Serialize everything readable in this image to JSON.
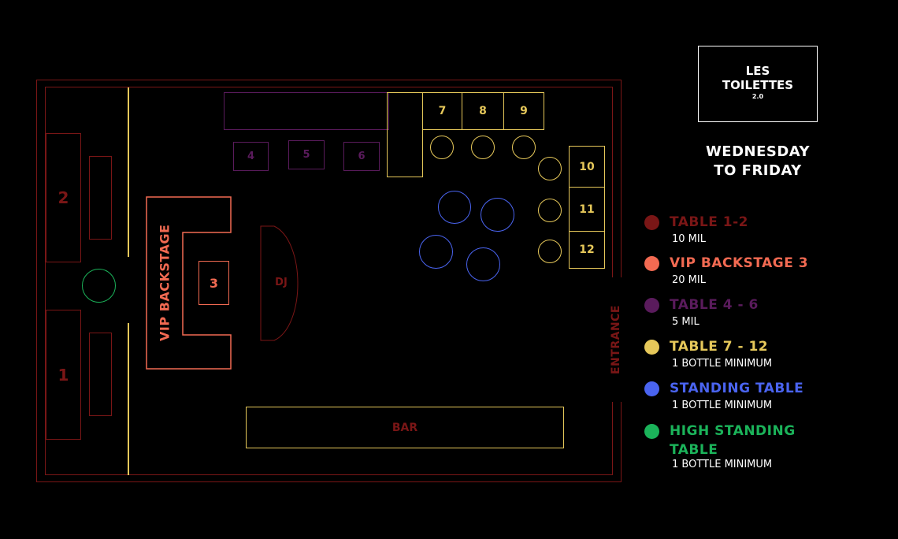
{
  "venue": {
    "name_line1": "LES",
    "name_line2": "TOILETTES",
    "name_line3": "2.0"
  },
  "schedule": {
    "line1": "WEDNESDAY",
    "line2": "TO FRIDAY"
  },
  "floorplan": {
    "table_1": "1",
    "table_2": "2",
    "vip_label": "VIP BACKSTAGE",
    "table_3": "3",
    "dj_label": "DJ",
    "table_4": "4",
    "table_5": "5",
    "table_6": "6",
    "table_7": "7",
    "table_8": "8",
    "table_9": "9",
    "table_10": "10",
    "table_11": "11",
    "table_12": "12",
    "bar_label": "BAR",
    "entrance_label": "ENTRANCE"
  },
  "legend": [
    {
      "title": "TABLE 1-2",
      "sub": "10 MIL",
      "color": "#7a1616"
    },
    {
      "title": "VIP BACKSTAGE 3",
      "sub": "20 MIL",
      "color": "#f26a52"
    },
    {
      "title": "TABLE 4 - 6",
      "sub": "5 MIL",
      "color": "#5a1b5c"
    },
    {
      "title": "TABLE 7 - 12",
      "sub": "1 BOTTLE MINIMUM",
      "color": "#e6c85a"
    },
    {
      "title": "STANDING TABLE",
      "sub": "1 BOTTLE MINIMUM",
      "color": "#4a64f0"
    },
    {
      "title": "HIGH STANDING",
      "title2": "TABLE",
      "sub": "1 BOTTLE MINIMUM",
      "color": "#1bb35a"
    }
  ]
}
